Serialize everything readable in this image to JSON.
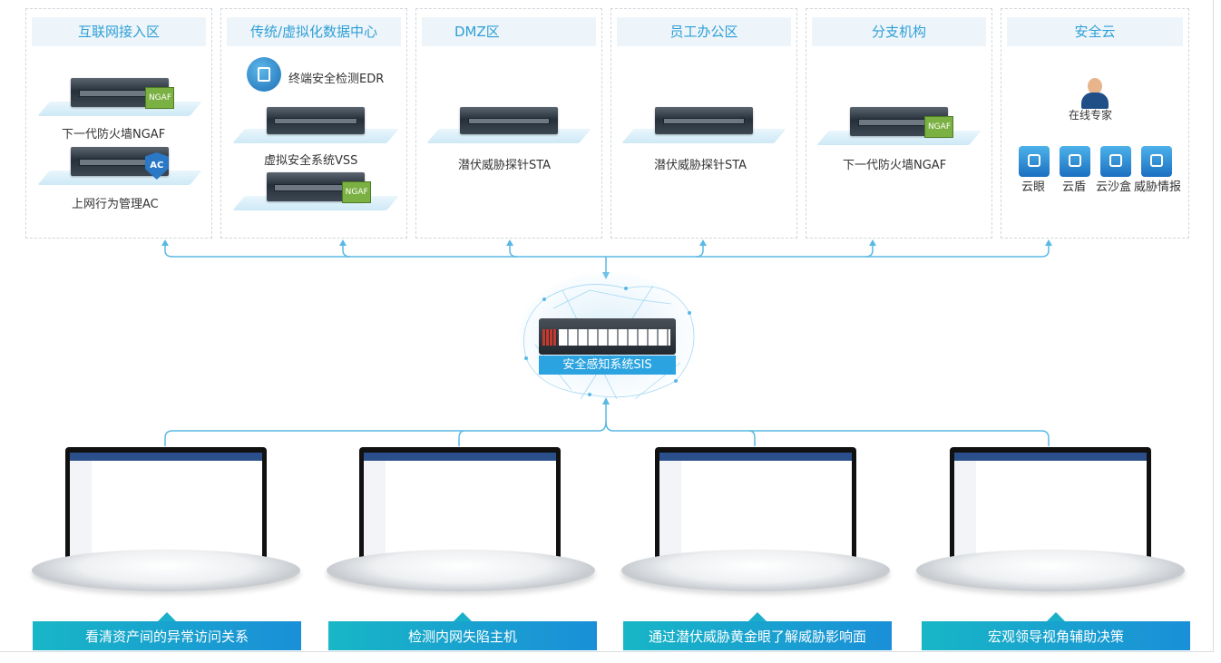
{
  "zones": [
    {
      "title": "互联网接入区"
    },
    {
      "title": "传统/虚拟化数据中心"
    },
    {
      "title": "DMZ区"
    },
    {
      "title": "员工办公区"
    },
    {
      "title": "分支机构"
    },
    {
      "title": "安全云"
    }
  ],
  "devices": {
    "internet_ngaf": "下一代防火墙NGAF",
    "internet_ac": "上网行为管理AC",
    "dc_edr": "终端安全检测EDR",
    "dc_vss": "虚拟安全系统VSS",
    "dmz_sta": "潜伏威胁探针STA",
    "office_sta": "潜伏威胁探针STA",
    "branch_ngaf": "下一代防火墙NGAF",
    "cloud_expert": "在线专家"
  },
  "badges": {
    "ngaf": "NGAF",
    "ac": "AC"
  },
  "cloud_services": [
    "云眼",
    "云盾",
    "云沙盒",
    "威胁情报"
  ],
  "center": {
    "label": "安全感知系统SIS"
  },
  "features": [
    "看清资产间的异常访问关系",
    "检测内网失陷主机",
    "通过潜伏威胁黄金眼了解威胁影响面",
    "宏观领导视角辅助决策"
  ],
  "colors": {
    "accent": "#2e9fd6",
    "line": "#5ab9e4",
    "bar_start": "#18b6c6",
    "bar_end": "#1a8fd8"
  }
}
